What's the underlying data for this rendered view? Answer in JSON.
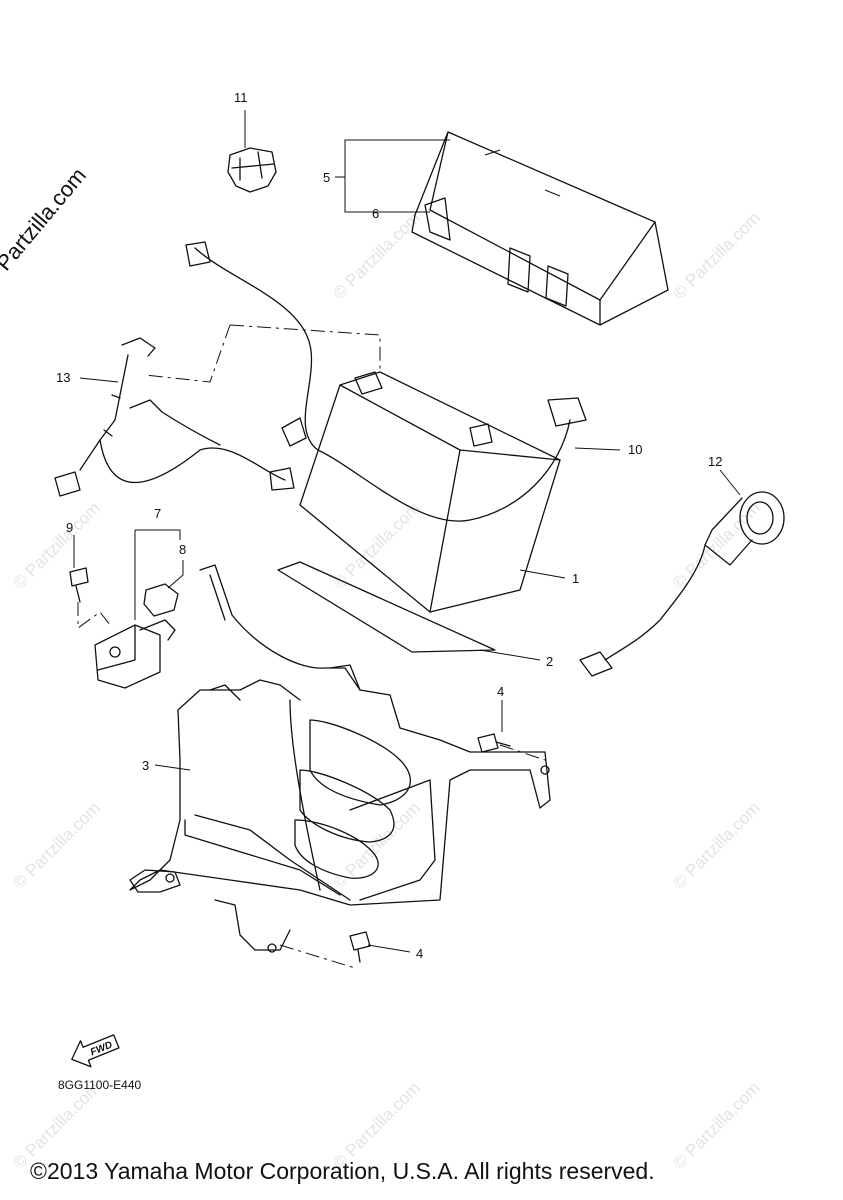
{
  "watermark": "© Partzilla.com",
  "logo_text": "© Partzilla.com",
  "drawing_code": "8GG1100-E440",
  "fwd_label": "FWD",
  "copyright": "©2013 Yamaha Motor Corporation, U.S.A. All rights reserved.",
  "callouts": {
    "c1": "1",
    "c2": "2",
    "c3": "3",
    "c4a": "4",
    "c4b": "4",
    "c5": "5",
    "c6": "6",
    "c7": "7",
    "c8": "8",
    "c9": "9",
    "c10": "10",
    "c11": "11",
    "c12": "12",
    "c13": "13"
  }
}
